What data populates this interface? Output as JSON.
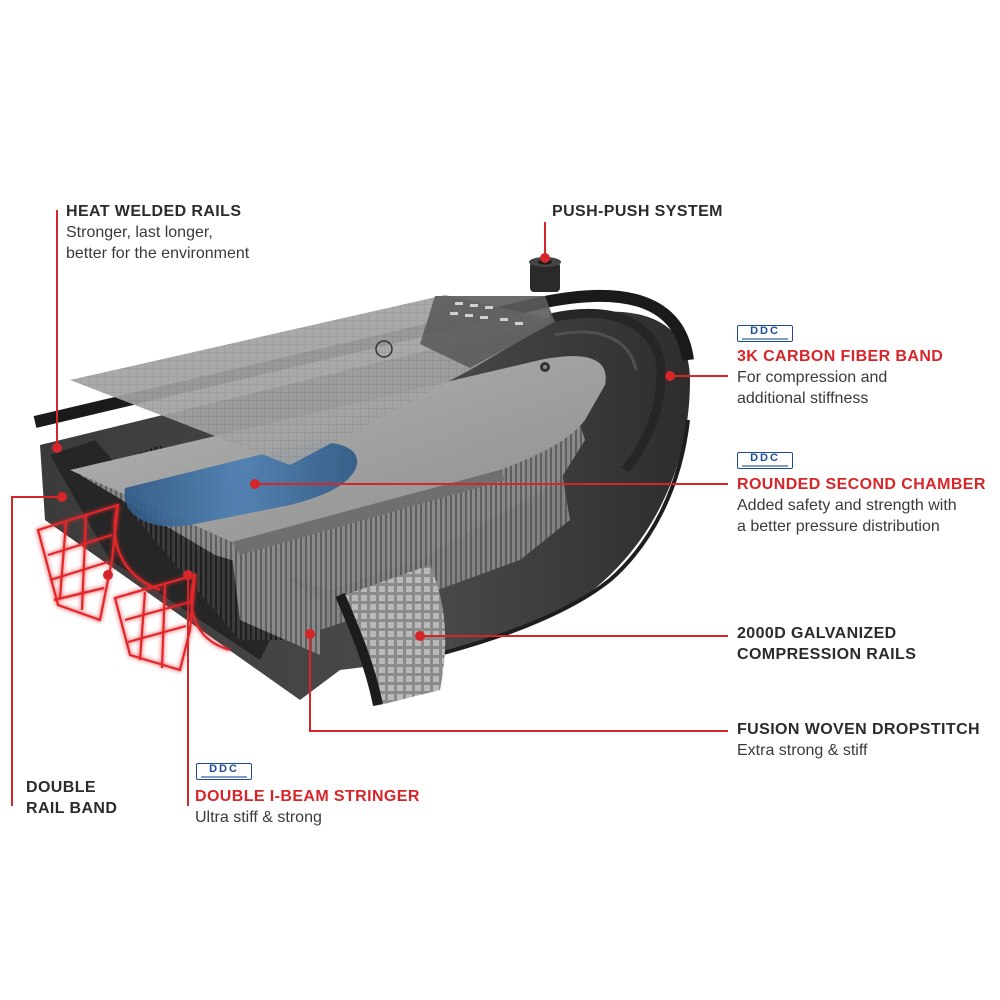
{
  "badge_text": "DDC",
  "colors": {
    "accent_red": "#d7262a",
    "ddc_blue": "#1d4c96",
    "text": "#2b2b2b"
  },
  "labels": {
    "heat_welded": {
      "title": "HEAT WELDED RAILS",
      "lines": [
        "Stronger, last longer,",
        "better for the environment"
      ]
    },
    "push_push": {
      "title": "PUSH-PUSH SYSTEM"
    },
    "carbon_band": {
      "title": "3K CARBON FIBER BAND",
      "lines": [
        "For compression and",
        "additional stiffness"
      ]
    },
    "second_chamber": {
      "title": "ROUNDED SECOND CHAMBER",
      "lines": [
        "Added safety and strength with",
        "a better pressure distribution"
      ]
    },
    "galvanized": {
      "title_1": "2000D GALVANIZED",
      "title_2": "COMPRESSION RAILS"
    },
    "dropstitch": {
      "title": "FUSION WOVEN DROPSTITCH",
      "lines": [
        "Extra strong & stiff"
      ]
    },
    "double_rail": {
      "title_1": "DOUBLE",
      "title_2": "RAIL BAND"
    },
    "ibeam": {
      "title": "DOUBLE I-BEAM STRINGER",
      "lines": [
        "Ultra stiff & strong"
      ]
    }
  }
}
